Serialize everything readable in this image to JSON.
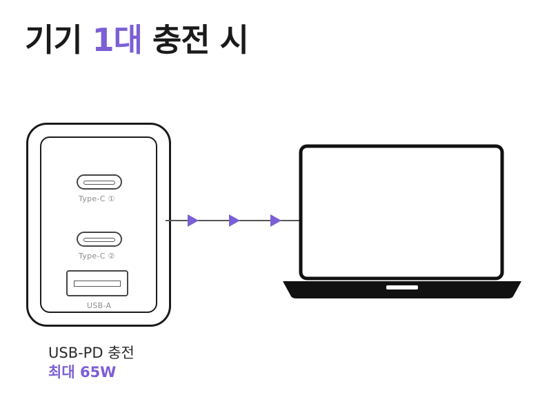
{
  "title": {
    "prefix": "기기 ",
    "highlight": "1대",
    "suffix": " 충전 시"
  },
  "charger": {
    "ports": [
      {
        "label": "Type-C ①",
        "icon": "usb-c-port-icon"
      },
      {
        "label": "Type-C ②",
        "icon": "usb-c-port-icon"
      },
      {
        "label": "USB-A",
        "icon": "usb-a-port-icon"
      }
    ]
  },
  "connector": {
    "icon": "arrow-right-icon",
    "arrow_count": 3
  },
  "laptop": {
    "icon": "laptop-icon"
  },
  "description": {
    "line1": "USB-PD 충전",
    "line2": "최대 65W"
  },
  "colors": {
    "accent": "#7b5fd6",
    "text": "#1a1a1a",
    "port_label": "#8c8c8c"
  }
}
